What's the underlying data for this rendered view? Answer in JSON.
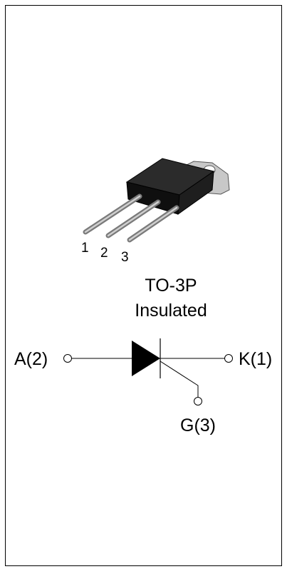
{
  "package": {
    "pin_numbers": [
      "1",
      "2",
      "3"
    ],
    "name": "TO-3P",
    "variant": "Insulated"
  },
  "symbol": {
    "device": "thyristor-scr",
    "terminals": {
      "anode": "A(2)",
      "cathode": "K(1)",
      "gate": "G(3)"
    }
  },
  "colors": {
    "line": "#000000",
    "body": "#1a1a1a",
    "tab": "#c8c8c8",
    "lead": "#9a9a9a",
    "border": "#000000"
  }
}
